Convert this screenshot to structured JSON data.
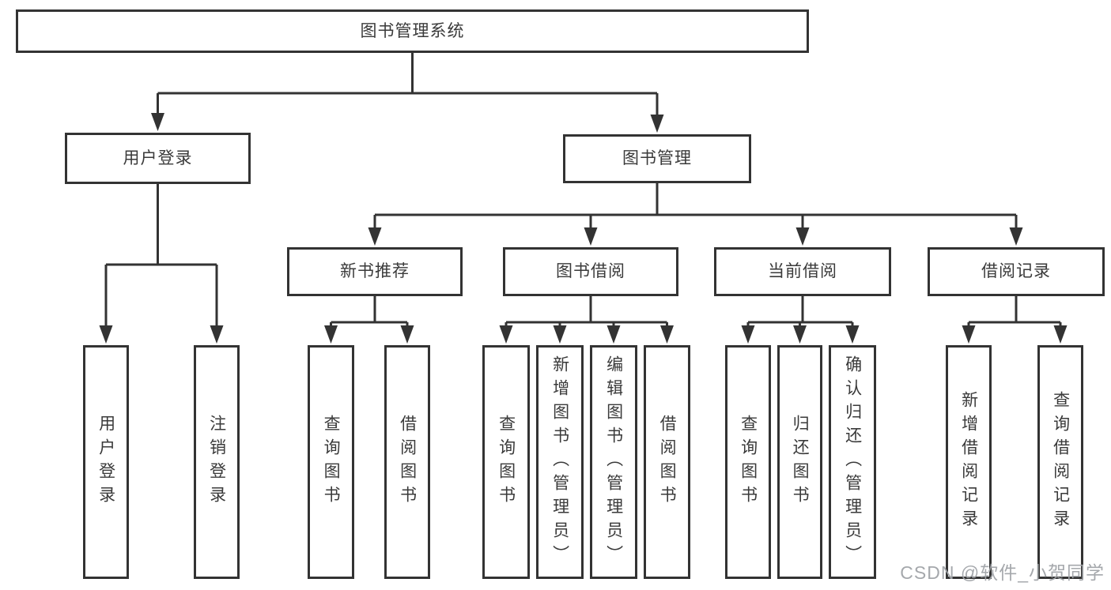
{
  "nodes": {
    "root": "图书管理系统",
    "user_login": "用户登录",
    "book_management": "图书管理",
    "new_book_recommend": "新书推荐",
    "book_borrowing": "图书借阅",
    "current_borrowing": "当前借阅",
    "borrowing_records": "借阅记录",
    "login": "用户登录",
    "logout": "注销登录",
    "recommend_query_books": "查询图书",
    "recommend_borrow_books": "借阅图书",
    "borrowing_query_books": "查询图书",
    "borrowing_add_books": "新增图书（管理员）",
    "borrowing_edit_books": "编辑图书（管理员）",
    "borrowing_borrow_books": "借阅图书",
    "current_query_books": "查询图书",
    "current_return_books": "归还图书",
    "current_confirm_return": "确认归还（管理员）",
    "records_add_record": "新增借阅记录",
    "records_query_record": "查询借阅记录"
  },
  "watermark": "CSDN @软件_小贺同学",
  "colors": {
    "line": "#333333",
    "text": "#3a3a3a",
    "watermark": "#a0a3a8",
    "background": "#ffffff"
  }
}
